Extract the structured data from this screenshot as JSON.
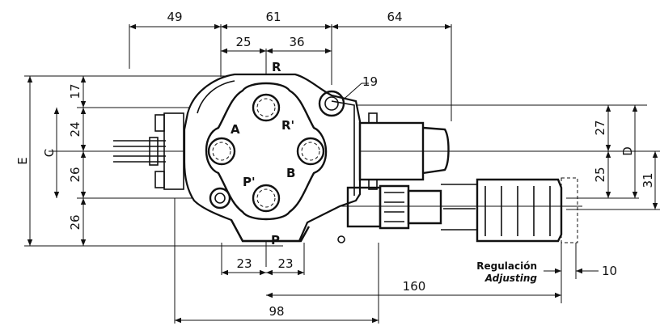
{
  "dimensions": {
    "top_49": "49",
    "top_61": "61",
    "top_64": "64",
    "top_25": "25",
    "top_36": "36",
    "left_17": "17",
    "left_24": "24",
    "left_26a": "26",
    "left_26b": "26",
    "left_C": "C",
    "left_E": "E",
    "right_27": "27",
    "right_25": "25",
    "right_31": "31",
    "right_D": "D",
    "hole_19": "19",
    "bottom_23a": "23",
    "bottom_23b": "23",
    "bottom_160": "160",
    "bottom_98": "98",
    "bottom_10": "10"
  },
  "ports": {
    "R": "R",
    "R_prime": "R'",
    "A": "A",
    "B": "B",
    "P_prime": "P'",
    "P": "P"
  },
  "notes": {
    "regulacion": "Regulación",
    "adjusting": "Adjusting"
  }
}
